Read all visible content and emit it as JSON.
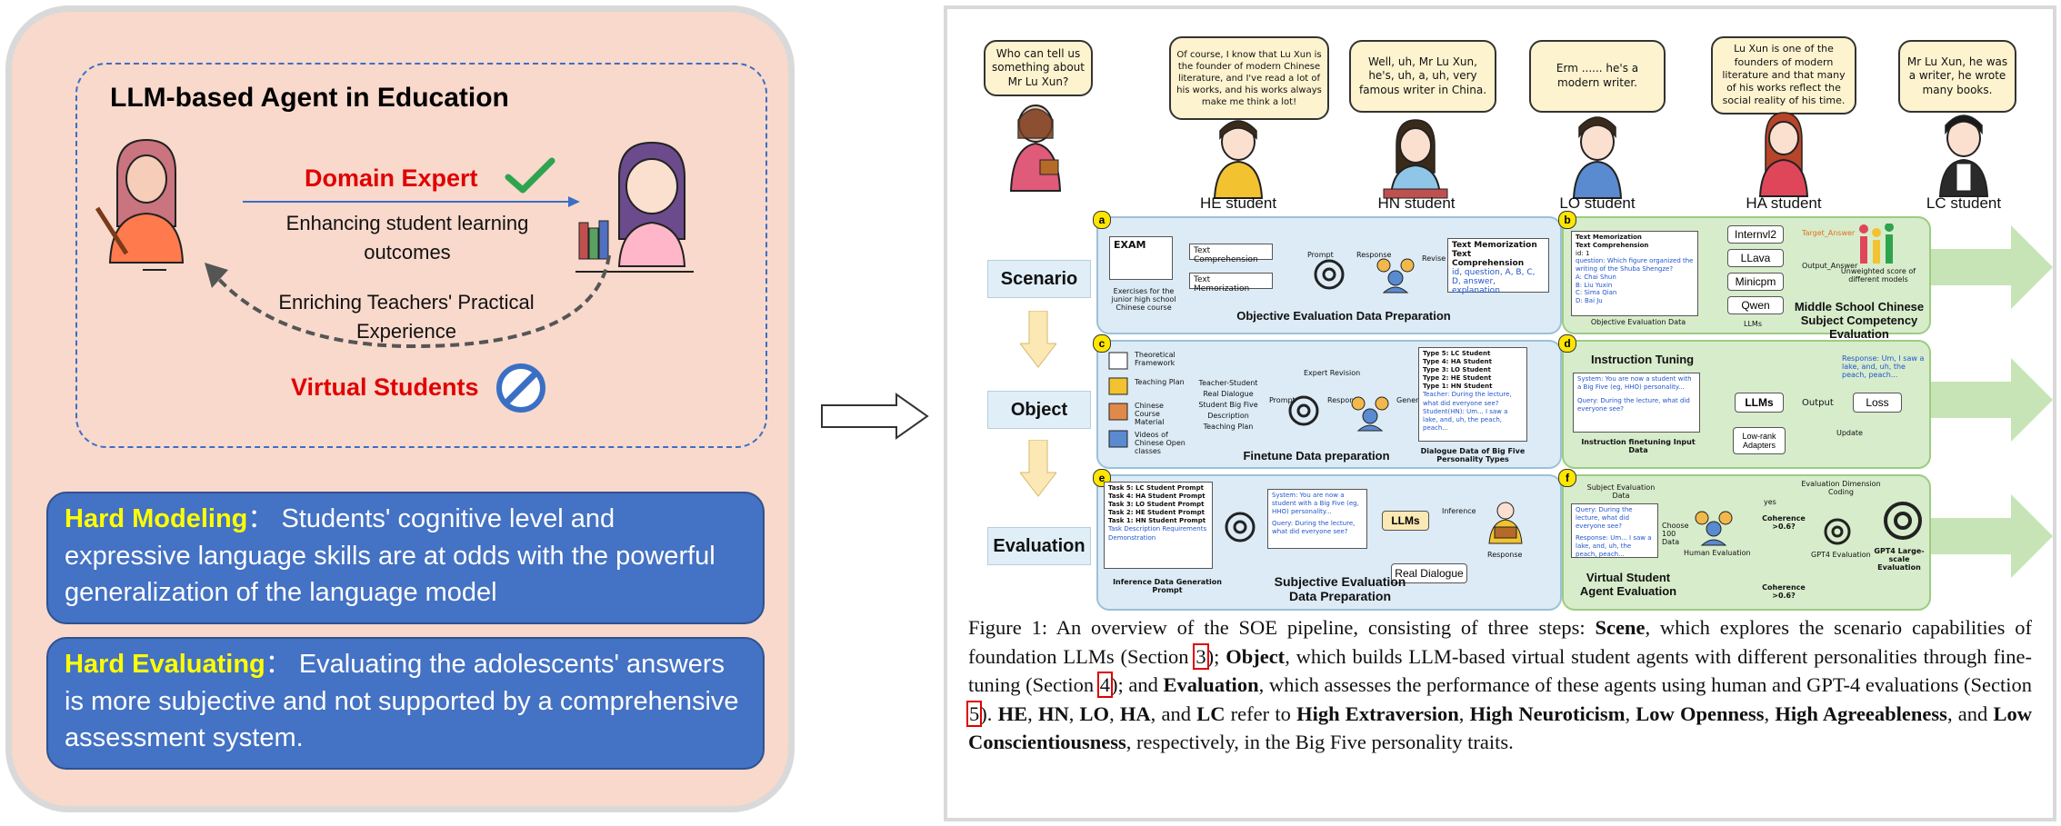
{
  "left": {
    "title": "LLM-based Agent in Education",
    "domain_expert": "Domain Expert",
    "enhancing": "Enhancing student learning outcomes",
    "enriching": "Enriching Teachers' Practical Experience",
    "virtual_students": "Virtual Students",
    "hard_modeling_title": "Hard Modeling",
    "hard_modeling_text": "：  Students' cognitive level and expressive language skills are at odds with the powerful generalization of the language model",
    "hard_evaluating_title": "Hard Evaluating",
    "hard_evaluating_text": "：  Evaluating the adolescents' answers is more subjective and not supported by a comprehensive assessment system."
  },
  "bubbles": [
    "Who can tell us something about Mr Lu Xun?",
    "Of course, I know that Lu Xun is the founder of modern Chinese literature, and I've read a lot of his works, and his works always make me think a lot!",
    "Well, uh, Mr Lu Xun, he's, uh, a, uh, very famous writer in China.",
    "Erm ...... he's a modern writer.",
    "Lu Xun is one of the founders of modern literature and that many of his works reflect the social reality of his time.",
    "Mr Lu Xun, he was a writer, he wrote many books."
  ],
  "students": [
    "HE student",
    "HN student",
    "LO student",
    "HA student",
    "LC student"
  ],
  "stages": [
    "Scenario",
    "Object",
    "Evaluation"
  ],
  "panels": {
    "a": {
      "letter": "a",
      "caption": "Objective Evaluation Data Preparation",
      "exam": "EXAM",
      "exam_note": "Exercises for the junior high school Chinese course",
      "text_comprehension": "Text Comprehension",
      "text_memorization": "Text Memorization",
      "prompt": "Prompt",
      "response": "Response",
      "revise": "Revise",
      "out_title1": "Text Memorization",
      "out_title2": "Text Comprehension",
      "out_text": "id, question, A, B, C, D, answer, explanation"
    },
    "b": {
      "letter": "b",
      "data_title1": "Text Memorization",
      "data_title2": "Text Comprehension",
      "id": "id:  1",
      "question": "question:  Which figure organized the writing of the Shuba Shengze?",
      "opt_a": "A:  Chai Shun",
      "opt_b": "B:  Liu Yuxin",
      "opt_c": "C:  Sima Qian",
      "opt_d": "D:  Bai Ju",
      "data_caption": "Objective Evaluation Data",
      "models": [
        "Internvl2",
        "LLava",
        "Minicpm",
        "Qwen"
      ],
      "llms": "LLMs",
      "target": "Target_Answer",
      "output": "Output_Answer",
      "unweighted": "Unweighted score of different models",
      "caption": "Middle School Chinese Subject Competency Evaluation"
    },
    "c": {
      "letter": "c",
      "items": [
        "Theoretical Framework",
        "Teaching Plan",
        "Chinese Course Material",
        "Videos of Chinese Open classes"
      ],
      "center1": "Teacher-Student Real Dialogue",
      "center2": "Student Big Five Description",
      "center3": "Teaching Plan",
      "expert": "Expert Revision",
      "prompt": "Prompt",
      "response": "Response",
      "generate": "Generate",
      "types": [
        "Type 5: LC Student",
        "Type 4: HA Student",
        "Type 3: LO Student",
        "Type 2: HE Student",
        "Type 1: HN Student"
      ],
      "teacher": "Teacher: During the lecture, what did everyone see?",
      "student": "Student(HN): Um... I saw a lake, and, uh, the peach, peach...",
      "caption": "Finetune Data preparation",
      "dialogue": "Dialogue Data of Big Five Personality Types"
    },
    "d": {
      "letter": "d",
      "title": "Instruction Tuning",
      "system": "System: You are now a student with a Big Five (eg, HHO) personality...",
      "query": "Query: During the lecture, what did everyone see?",
      "input_caption": "Instruction finetuning Input Data",
      "llms": "LLMs",
      "output": "Output",
      "loss": "Loss",
      "lora": "Low-rank Adapters",
      "update": "Update",
      "response": "Response: Um, I saw a lake, and, uh, the peach, peach..."
    },
    "e": {
      "letter": "e",
      "tasks": [
        "Task 5: LC Student Prompt",
        "Task 4: HA Student Prompt",
        "Task 3: LO Student Prompt",
        "Task 2: HE Student Prompt",
        "Task 1: HN Student Prompt"
      ],
      "task_desc": "Task Description Requirements Demonstration",
      "gen_caption": "Inference Data Generation Prompt",
      "system": "System: You are now a student with a Big Five (eg, HHO) personality...",
      "query": "Query: During the lecture, what did everyone see?",
      "llms": "LLMs",
      "inference": "Inference",
      "response": "Response",
      "real_dialogue": "Real Dialogue",
      "caption": "Subjective Evaluation Data Preparation"
    },
    "f": {
      "letter": "f",
      "subject_data": "Subject Evaluation Data",
      "query": "Query: During the lecture, what did everyone see?",
      "response": "Response: Um... I saw a lake, and, uh, the peach, peach...",
      "choose": "Choose 100 Data",
      "human_eval": "Human Evaluation",
      "coherence1": "Coherence >0.6?",
      "yes": "yes",
      "dim_coding": "Evaluation Dimension Coding",
      "gpt4_eval": "GPT4 Evaluation",
      "gpt4_large": "GPT4 Large-scale Evaluation",
      "coherence2": "Coherence >0.6?",
      "caption": "Virtual Student Agent Evaluation"
    }
  },
  "caption": {
    "p1": "Figure 1:  An overview of the SOE pipeline, consisting of three steps: ",
    "scene": "Scene",
    "p2": ", which explores the scenario capabilities of foundation LLMs (Section ",
    "ref3": "3",
    "p3": "); ",
    "object": "Object",
    "p4": ", which builds LLM-based virtual student agents with different personalities through fine-tuning (Section ",
    "ref4": "4",
    "p5": "); and ",
    "evaluation": "Evaluation",
    "p6": ", which assesses the performance of these agents using human and GPT-4 evaluations (Section ",
    "ref5": "5",
    "p7": ").  ",
    "he": "HE",
    "c1": ", ",
    "hn": "HN",
    "c2": ", ",
    "lo": "LO",
    "c3": ", ",
    "ha": "HA",
    "c4": ", and ",
    "lc": "LC",
    "p8": " refer to ",
    "t1": "High Extraversion",
    "c5": ", ",
    "t2": "High Neuroticism",
    "c6": ", ",
    "t3": "Low Openness",
    "c7": ", ",
    "t4": "High Agreeableness",
    "c8": ", and ",
    "t5": "Low Conscientiousness",
    "p9": ", respectively, in the Big Five personality traits."
  },
  "colors": {
    "left_bg": "#f8d9cc",
    "hard_box": "#4472c4",
    "hard_title": "#ffff00",
    "red_label": "#e00000",
    "panel_blue": "#dcebf5",
    "panel_green": "#d7eccb"
  }
}
